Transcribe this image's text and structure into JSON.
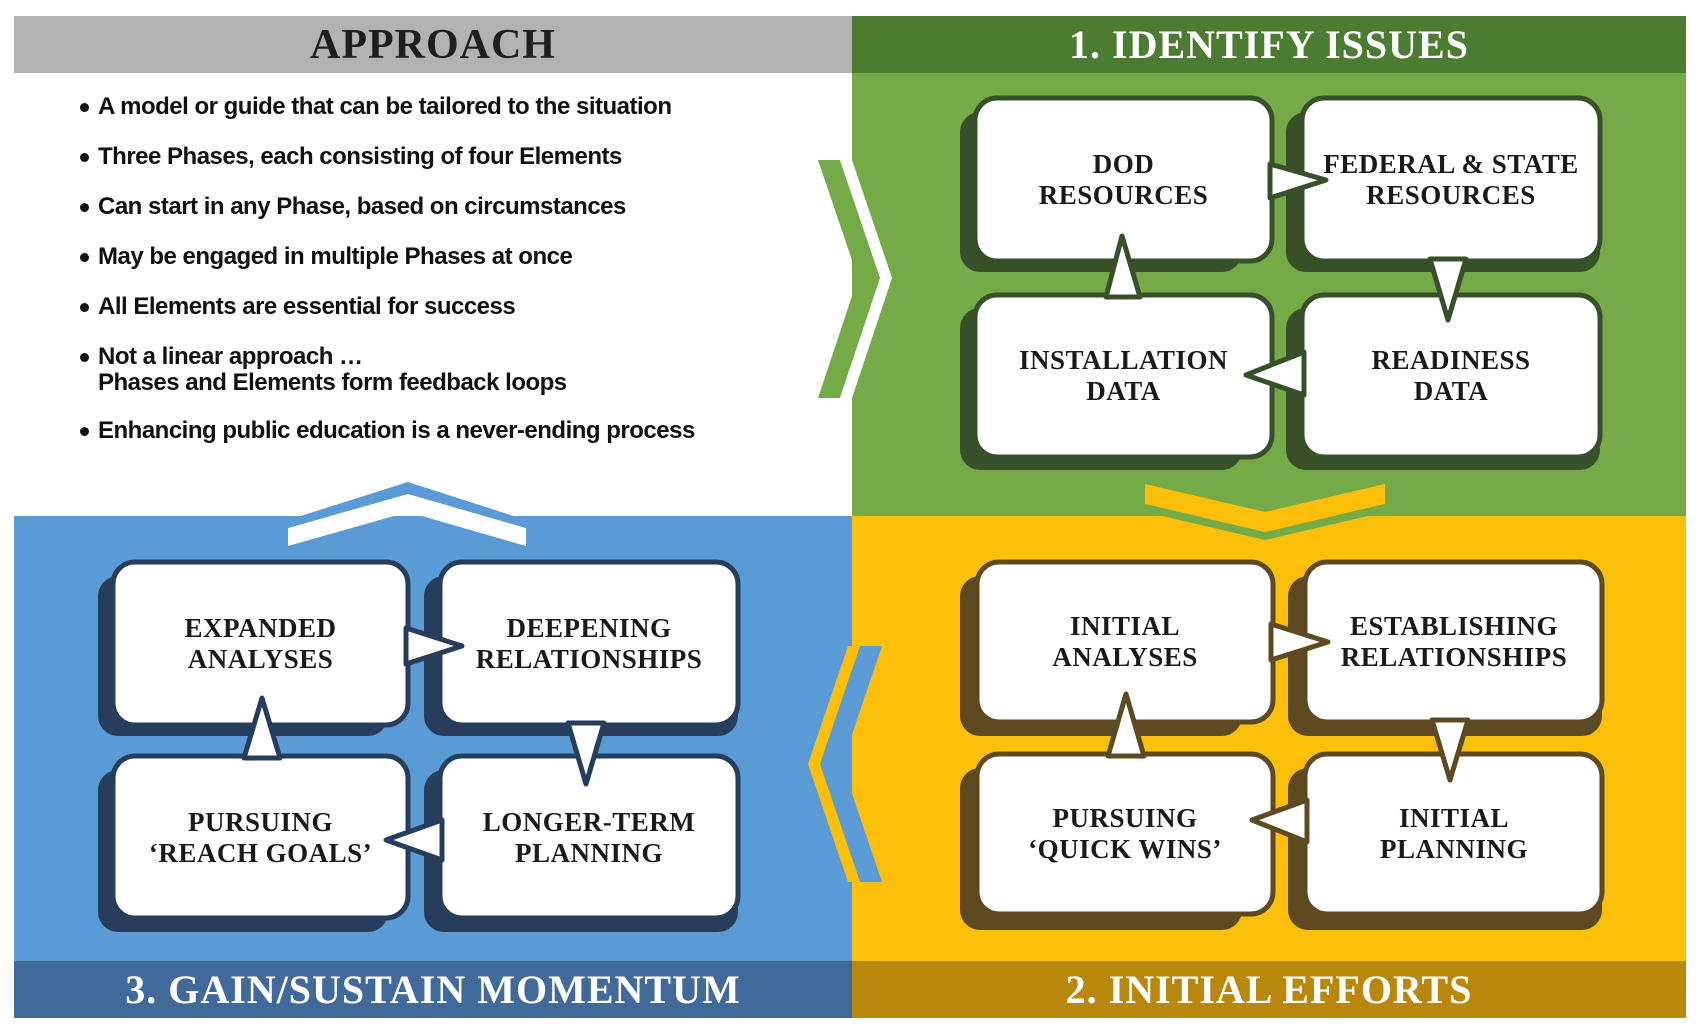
{
  "approach": {
    "title": "APPROACH",
    "bullets": [
      "A model or guide that can be tailored to the situation",
      "Three Phases, each consisting of four Elements",
      "Can start in any Phase, based on circumstances",
      "May be engaged in multiple Phases at once",
      "All Elements are essential for success",
      "Not a linear approach …\n Phases and Elements form feedback loops",
      "Enhancing public education is a never-ending process"
    ]
  },
  "phase1": {
    "title": "1. IDENTIFY ISSUES",
    "color": "#74ab47",
    "header_color": "#4b7c31",
    "elements": {
      "top_left": "DOD\nRESOURCES",
      "top_right": "FEDERAL & STATE\nRESOURCES",
      "bottom_left": "INSTALLATION\nDATA",
      "bottom_right": "READINESS\nDATA"
    }
  },
  "phase2": {
    "title": "2. INITIAL EFFORTS",
    "color": "#fdc00a",
    "header_color": "#b8870b",
    "elements": {
      "top_left": "INITIAL\nANALYSES",
      "top_right": "ESTABLISHING\nRELATIONSHIPS",
      "bottom_left": "PURSUING\n‘QUICK WINS’",
      "bottom_right": "INITIAL\nPLANNING"
    }
  },
  "phase3": {
    "title": "3. GAIN/SUSTAIN MOMENTUM",
    "color": "#5a9bd5",
    "header_color": "#41699a",
    "elements": {
      "top_left": "EXPANDED\nANALYSES",
      "top_right": "DEEPENING\nRELATIONSHIPS",
      "bottom_left": "PURSUING\n‘REACH GOALS’",
      "bottom_right": "LONGER-TERM\nPLANNING"
    }
  }
}
